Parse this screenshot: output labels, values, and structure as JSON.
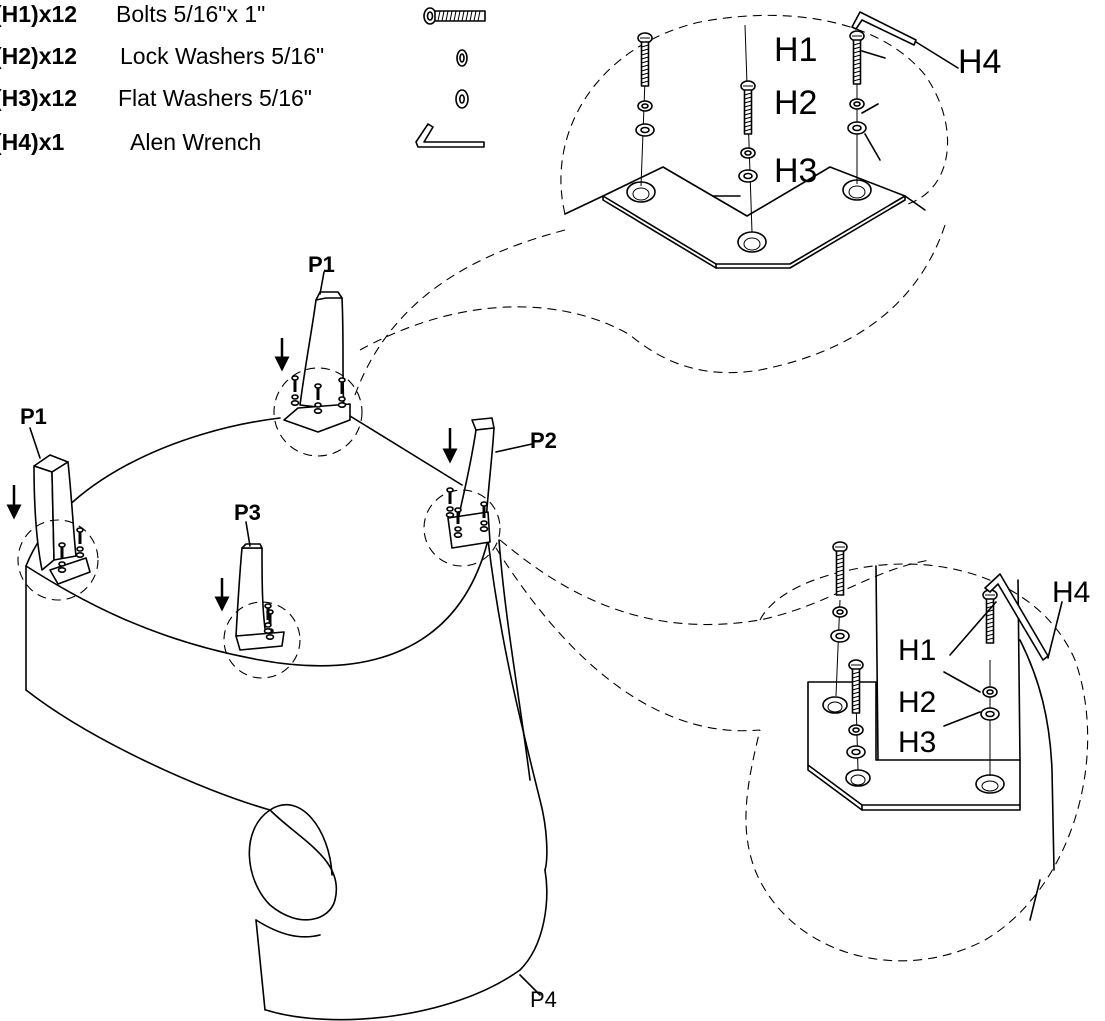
{
  "hardware": [
    {
      "code": "(H1)x12",
      "desc": "Bolts 5/16\"x 1\"",
      "icon": "bolt-icon"
    },
    {
      "code": "(H2)x12",
      "desc": "Lock Washers 5/16\"",
      "icon": "lock-washer-icon"
    },
    {
      "code": "(H3)x12",
      "desc": "Flat Washers 5/16\"",
      "icon": "flat-washer-icon"
    },
    {
      "code": "(H4)x1",
      "desc": "Alen Wrench",
      "icon": "allen-wrench-icon"
    }
  ],
  "callouts": {
    "h1": "H1",
    "h2": "H2",
    "h3": "H3",
    "h4": "H4"
  },
  "parts": {
    "p1": "P1",
    "p2": "P2",
    "p3": "P3",
    "p4": "P4"
  }
}
